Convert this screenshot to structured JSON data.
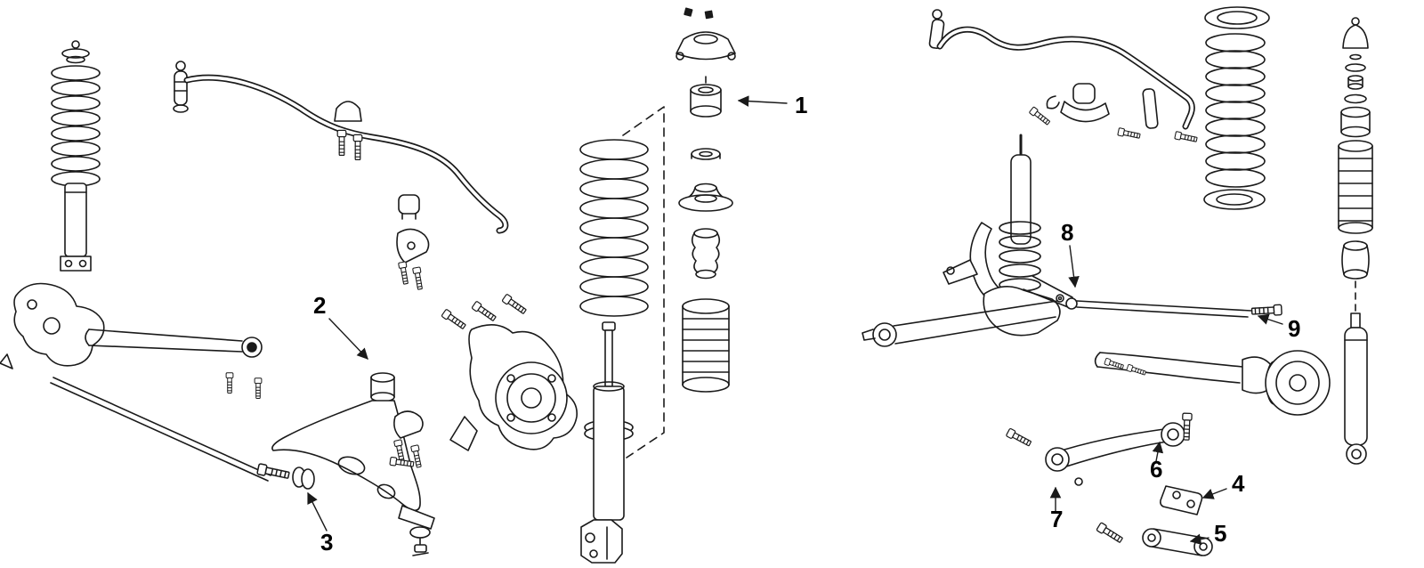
{
  "diagram": {
    "type": "exploded-parts-diagram",
    "subject": "Vehicle front and rear suspension exploded parts diagram",
    "background_color": "#ffffff",
    "line_color": "#1a1a1a",
    "callouts": [
      {
        "label": "1",
        "part": "front-strut-mount-spacer"
      },
      {
        "label": "2",
        "part": "front-lower-control-arm"
      },
      {
        "label": "3",
        "part": "front-control-arm-bushing-bolt"
      },
      {
        "label": "4",
        "part": "rear-lower-link-bracket"
      },
      {
        "label": "5",
        "part": "rear-lower-link"
      },
      {
        "label": "6",
        "part": "rear-upper-link"
      },
      {
        "label": "7",
        "part": "rear-upper-link-bushing"
      },
      {
        "label": "8",
        "part": "rear-lateral-rod-inner-mount"
      },
      {
        "label": "9",
        "part": "rear-lateral-rod-bolt"
      }
    ]
  }
}
